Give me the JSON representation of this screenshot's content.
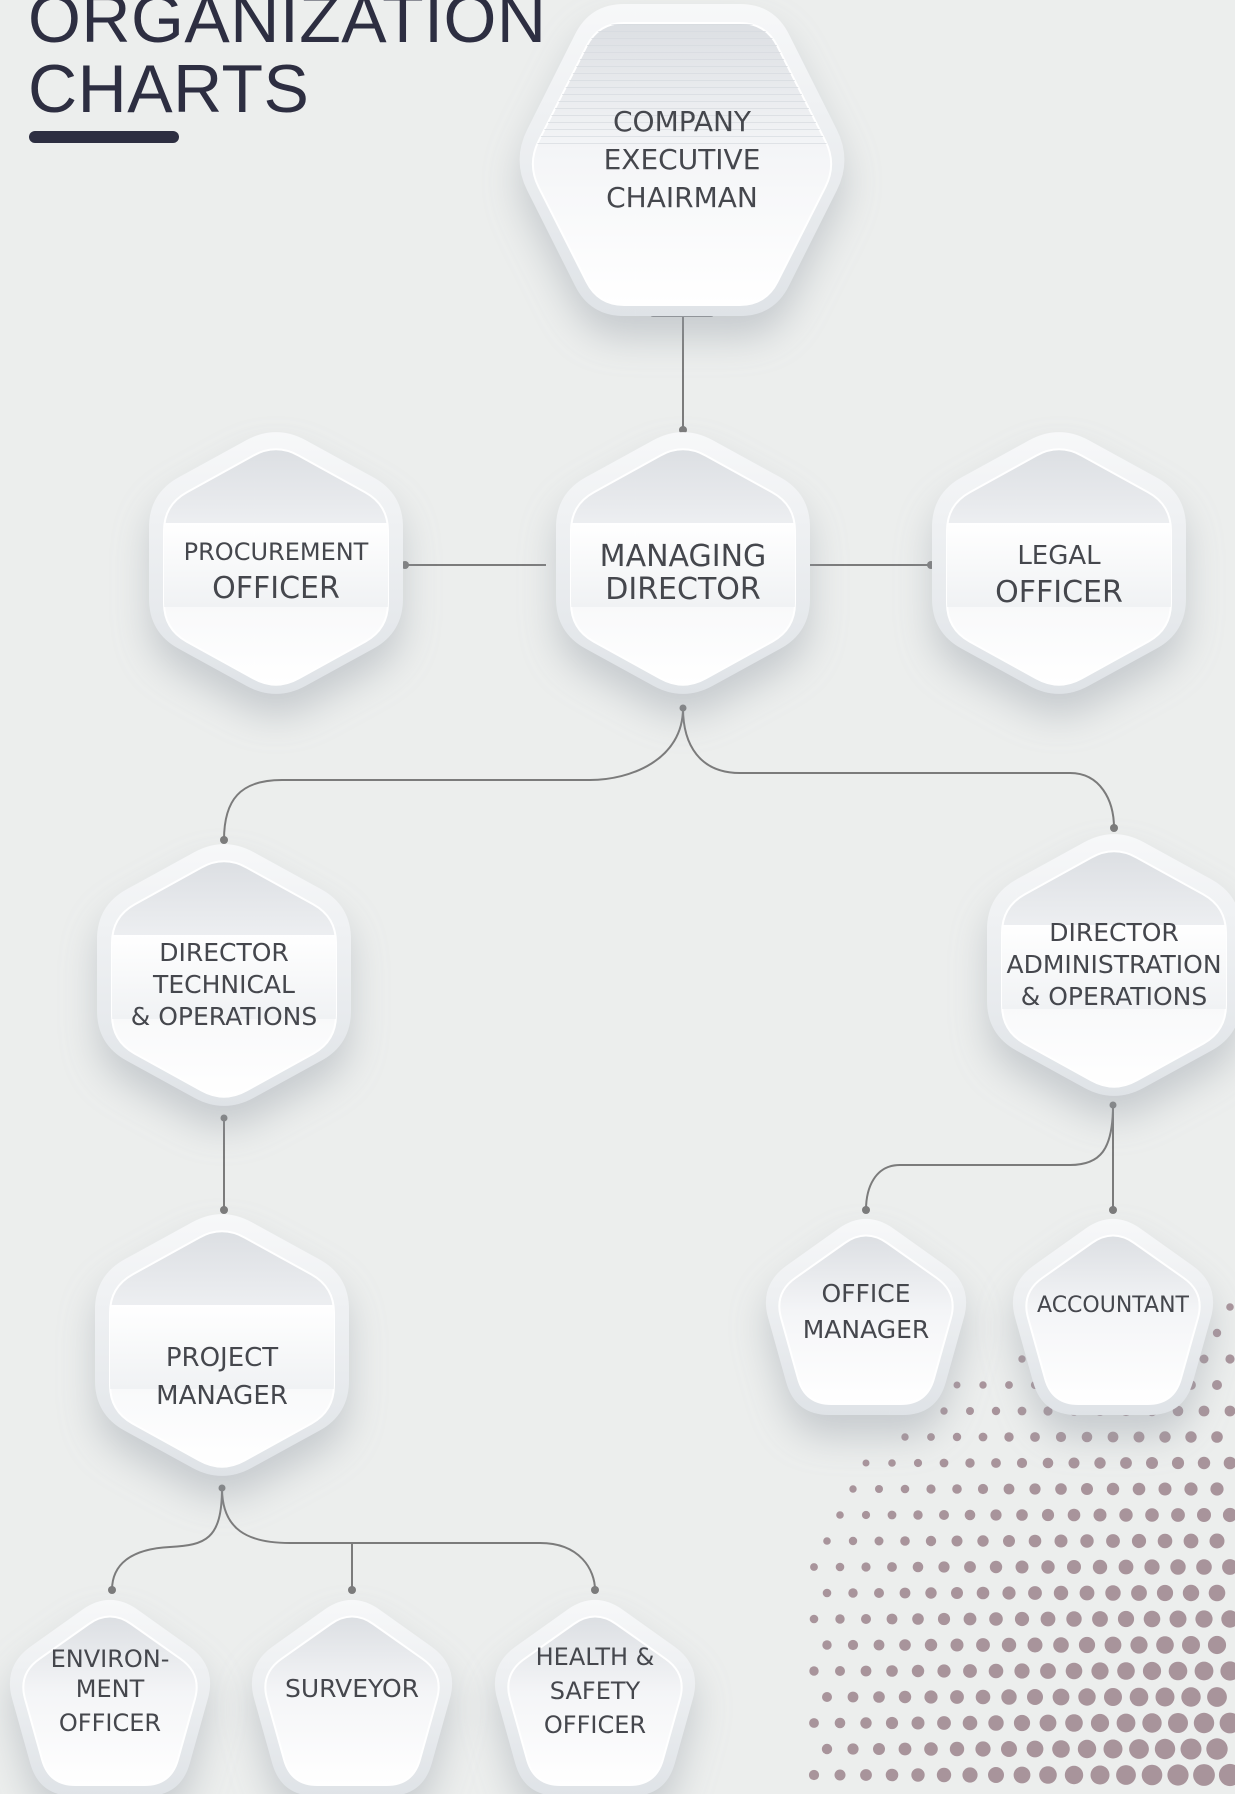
{
  "title": {
    "line1": "ORGANIZATION",
    "line2": "CHARTS"
  },
  "nodes": {
    "chairman": [
      "COMPANY",
      "EXECUTIVE",
      "CHAIRMAN"
    ],
    "procurement": [
      "PROCUREMENT",
      "OFFICER"
    ],
    "managing": [
      "MANAGING",
      "DIRECTOR"
    ],
    "legal": [
      "LEGAL",
      "OFFICER"
    ],
    "dir_tech": [
      "DIRECTOR",
      "TECHNICAL",
      "& OPERATIONS"
    ],
    "dir_admin": [
      "DIRECTOR",
      "ADMINISTRATION",
      "& OPERATIONS"
    ],
    "project": [
      "PROJECT",
      "MANAGER"
    ],
    "office": [
      "OFFICE",
      "MANAGER"
    ],
    "accountant": [
      "ACCOUNTANT"
    ],
    "environment": [
      "ENVIRON-",
      "MENT",
      "OFFICER"
    ],
    "surveyor": [
      "SURVEYOR"
    ],
    "health": [
      "HEALTH &",
      "SAFETY",
      "OFFICER"
    ]
  },
  "colors": {
    "background": "#eceeed",
    "title": "#2d2e41",
    "connector": "#7b7b7b",
    "dots": "#a8949b",
    "node_text": "#45474d"
  }
}
